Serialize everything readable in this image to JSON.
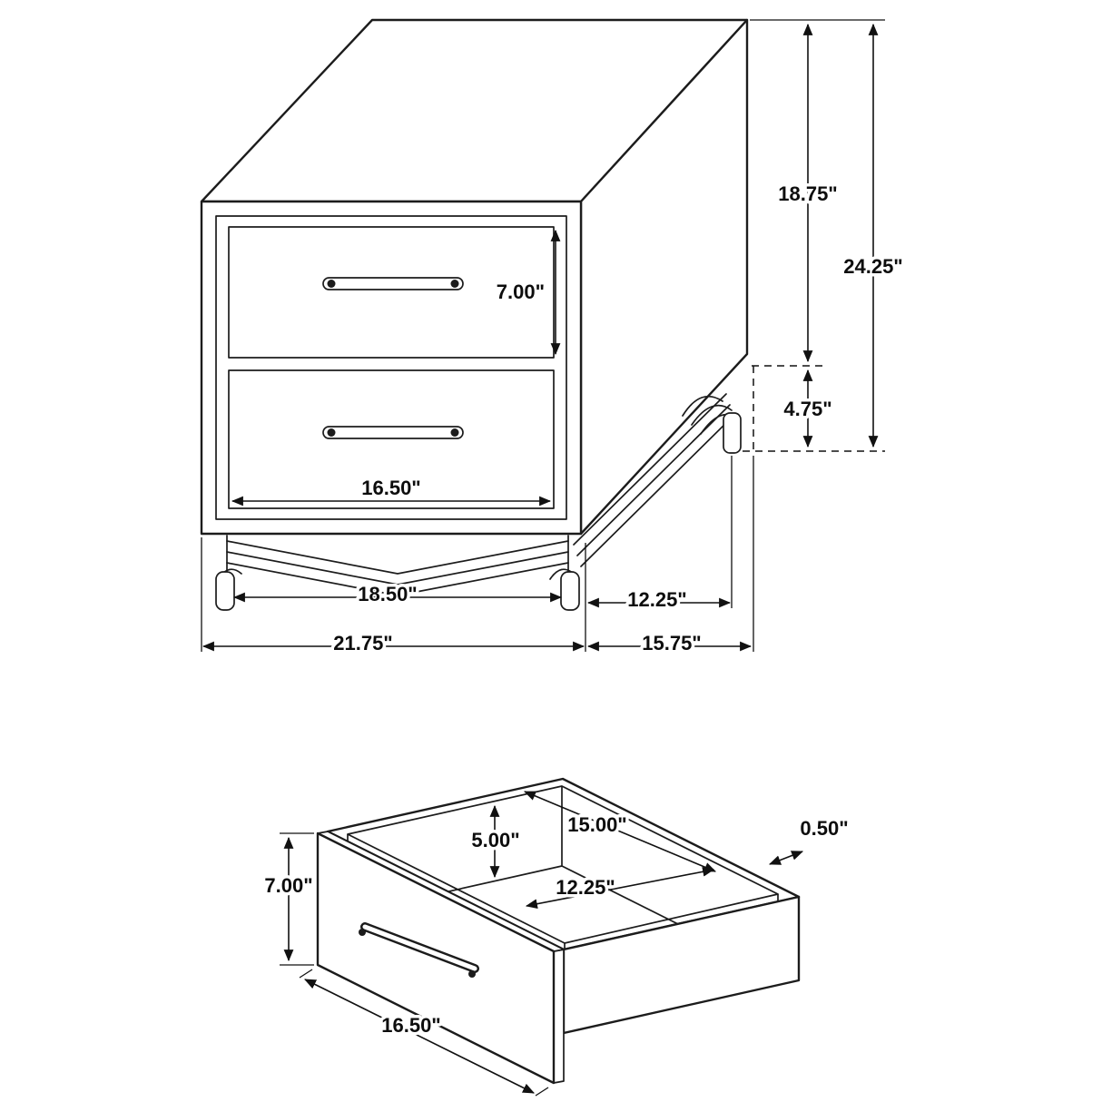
{
  "diagram": {
    "background": "#ffffff",
    "line_color": "#1c1c1c",
    "views": {
      "nightstand": {
        "labels": {
          "drawer_height": "7.00\"",
          "cabinet_height": "18.75\"",
          "overall_height": "24.25\"",
          "leg_height": "4.75\"",
          "drawer_width": "16.50\"",
          "front_leg_span": "18.50\"",
          "side_leg_span": "12.25\"",
          "overall_width": "21.75\"",
          "overall_depth": "15.75\""
        }
      },
      "drawer": {
        "labels": {
          "front_height": "7.00\"",
          "interior_height": "5.00\"",
          "interior_width": "15.00\"",
          "panel_thickness": "0.50\"",
          "interior_depth": "12.25\"",
          "front_width": "16.50\""
        }
      }
    }
  }
}
